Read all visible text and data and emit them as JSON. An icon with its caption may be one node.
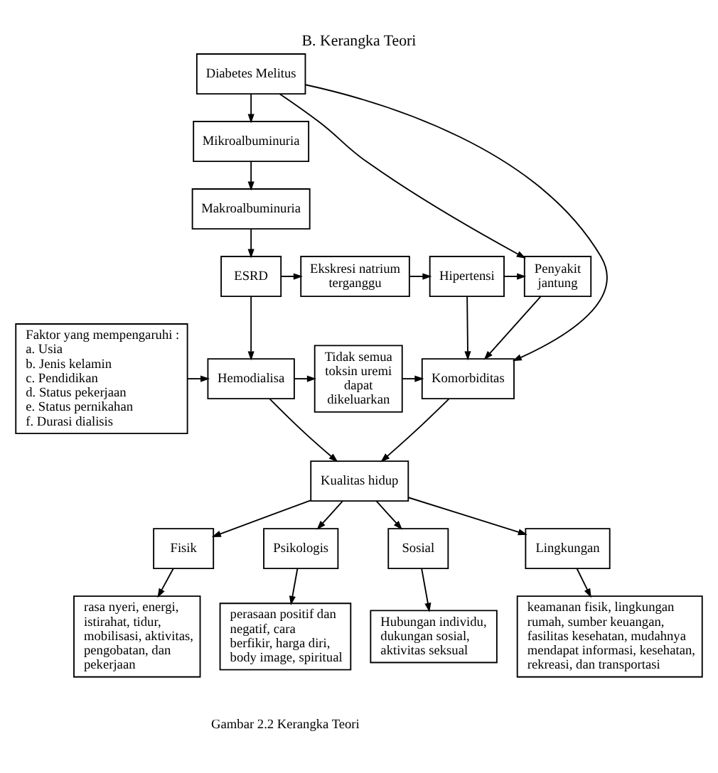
{
  "diagram": {
    "title": "B. Kerangka Teori",
    "caption": "Gambar 2.2 Kerangka Teori",
    "nodes": [
      {
        "text": [
          "Diabetes Melitus"
        ]
      },
      {
        "text": [
          "Mikroalbuminuria"
        ]
      },
      {
        "text": [
          "Makroalbuminuria"
        ]
      },
      {
        "text": [
          "ESRD"
        ]
      },
      {
        "text": [
          "Ekskresi natrium terganggu"
        ]
      },
      {
        "text": [
          "Hipertensi"
        ]
      },
      {
        "text": [
          "Penyakit jantung"
        ]
      },
      {
        "text": [
          "Faktor yang mempengaruhi :",
          "a. Usia",
          "b. Jenis kelamin",
          "c. Pendidikan",
          "d. Status pekerjaan",
          "e. Status pernikahan",
          "f. Durasi dialisis"
        ]
      },
      {
        "text": [
          "Hemodialisa"
        ]
      },
      {
        "text": [
          "Tidak semua toksin uremi dapat dikeluarkan"
        ]
      },
      {
        "text": [
          "Komorbiditas"
        ]
      },
      {
        "text": [
          "Kualitas hidup"
        ]
      },
      {
        "text": [
          "Fisik"
        ]
      },
      {
        "text": [
          "Psikologis"
        ]
      },
      {
        "text": [
          "Sosial"
        ]
      },
      {
        "text": [
          "Lingkungan"
        ]
      },
      {
        "text": [
          "rasa nyeri, energi, istirahat, tidur, mobilisasi, aktivitas, pengobatan, dan pekerjaan"
        ]
      },
      {
        "text": [
          "perasaan positif dan negatif, cara berfikir, harga diri, body image, spiritual"
        ]
      },
      {
        "text": [
          "Hubungan individu, dukungan sosial, aktivitas seksual"
        ]
      },
      {
        "text": [
          "keamanan fisik, lingkungan rumah, sumber keuangan, fasilitas kesehatan, mudahnya mendapat informasi, kesehatan, rekreasi, dan transportasi"
        ]
      }
    ],
    "edges": [
      {
        "from": 0,
        "to": 1,
        "arrow": "to"
      },
      {
        "from": 1,
        "to": 2,
        "arrow": "to"
      },
      {
        "from": 2,
        "to": 3,
        "arrow": "to"
      },
      {
        "from": 0,
        "to": 6,
        "arrow": "to"
      },
      {
        "from": 0,
        "to": 10,
        "arrow": "to"
      },
      {
        "from": 3,
        "to": 4,
        "arrow": "to"
      },
      {
        "from": 4,
        "to": 5,
        "arrow": "to"
      },
      {
        "from": 5,
        "to": 6,
        "arrow": "to"
      },
      {
        "from": 5,
        "to": 10,
        "arrow": "to"
      },
      {
        "from": 6,
        "to": 10,
        "arrow": "to"
      },
      {
        "from": 3,
        "to": 8,
        "arrow": "to"
      },
      {
        "from": 7,
        "to": 8,
        "arrow": "to"
      },
      {
        "from": 8,
        "to": 9,
        "arrow": "to"
      },
      {
        "from": 9,
        "to": 10,
        "arrow": "to"
      },
      {
        "from": 8,
        "to": 11,
        "arrow": "to"
      },
      {
        "from": 10,
        "to": 11,
        "arrow": "to"
      },
      {
        "from": 11,
        "to": 12,
        "arrow": "to"
      },
      {
        "from": 11,
        "to": 13,
        "arrow": "to"
      },
      {
        "from": 11,
        "to": 14,
        "arrow": "to"
      },
      {
        "from": 11,
        "to": 15,
        "arrow": "to"
      },
      {
        "from": 12,
        "to": 16,
        "arrow": "to"
      },
      {
        "from": 13,
        "to": 17,
        "arrow": "to"
      },
      {
        "from": 14,
        "to": 18,
        "arrow": "to"
      },
      {
        "from": 15,
        "to": 19,
        "arrow": "to"
      }
    ]
  }
}
